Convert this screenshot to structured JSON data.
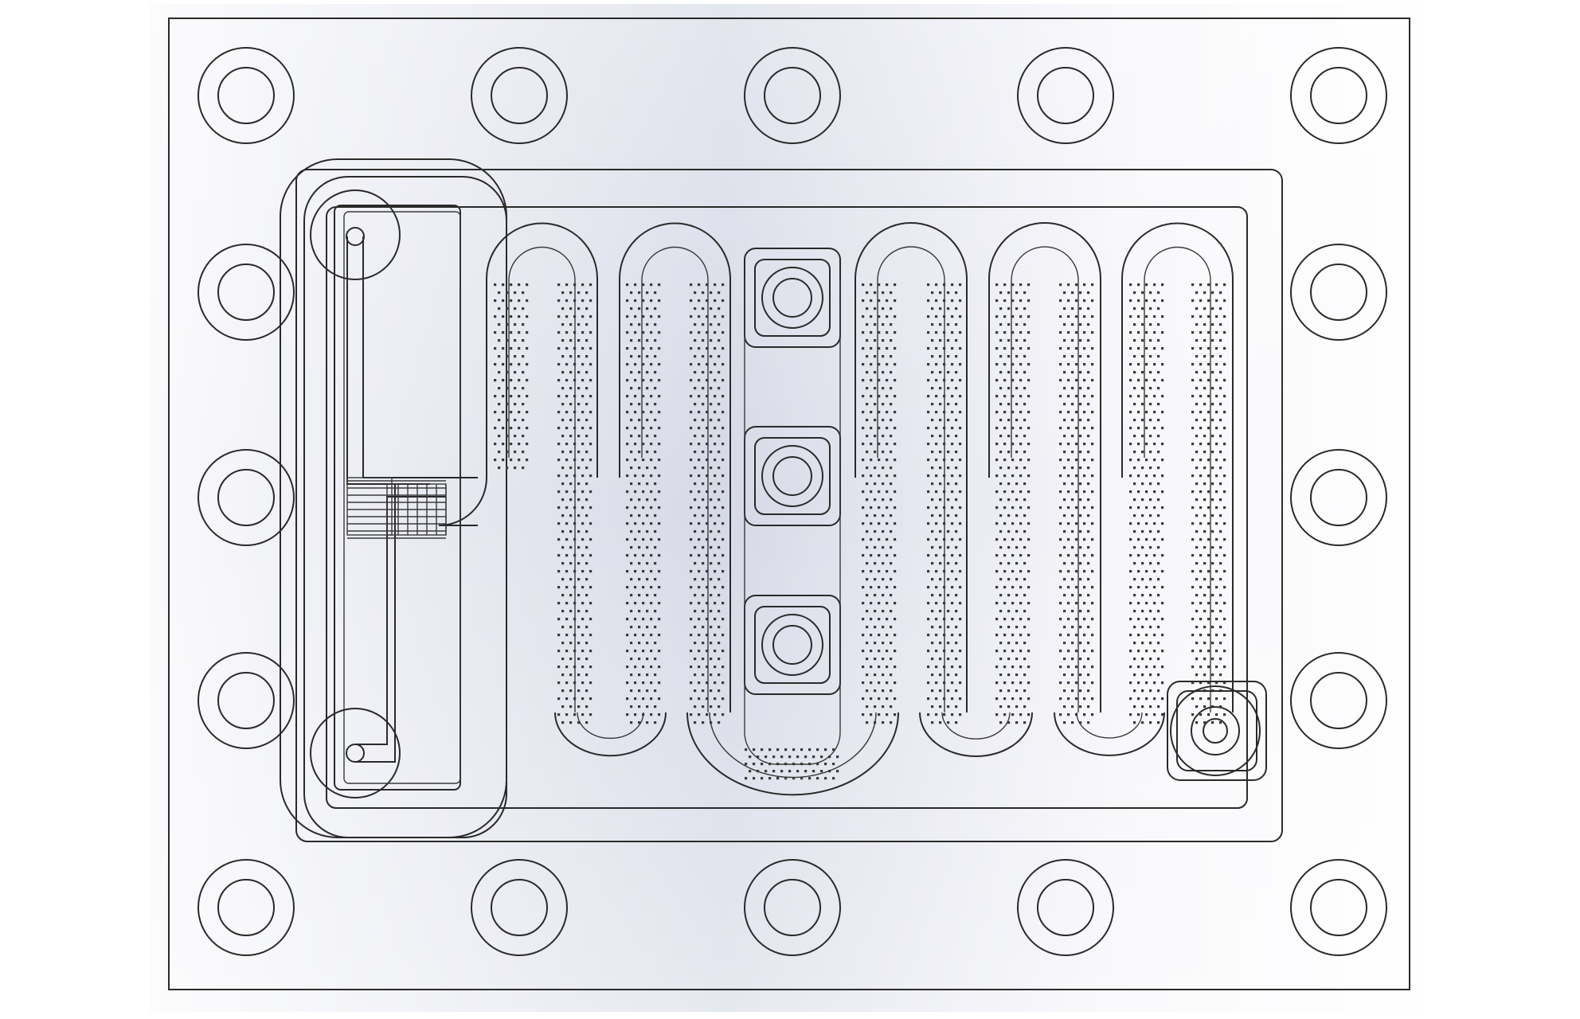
{
  "diagram": {
    "kind": "cad-line-drawing",
    "subject": "microfluidic-chip",
    "labels": [],
    "colors": {
      "stroke": "#2a2a2a",
      "plate_fill_light": "#fbfbfd",
      "plate_fill_dark": "#d4d8e6",
      "background": "#ffffff"
    },
    "bolt_holes": {
      "columns": 5,
      "rows": 5,
      "total": 16
    },
    "serpentine_channel": {
      "straight_segments": 12
    },
    "inner_ports": 3,
    "outlet_port": 1,
    "inlet_ports": 2
  }
}
